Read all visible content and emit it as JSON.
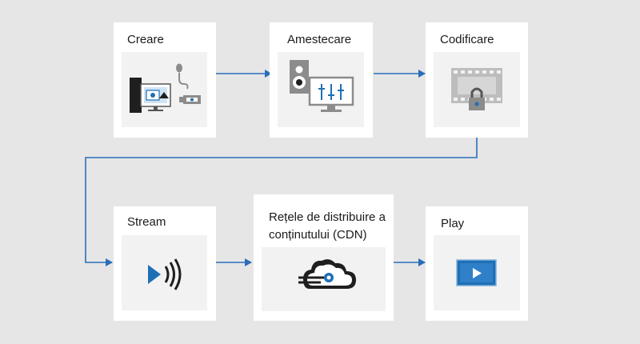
{
  "steps": [
    {
      "id": "create",
      "label": "Creare",
      "icon": "recording-setup-icon"
    },
    {
      "id": "mix",
      "label": "Amestecare",
      "icon": "mixing-console-icon"
    },
    {
      "id": "encode",
      "label": "Codificare",
      "icon": "encrypted-film-icon"
    },
    {
      "id": "stream",
      "label": "Stream",
      "icon": "audio-stream-icon"
    },
    {
      "id": "cdn",
      "label": "Rețele de distribuire a conținutului (CDN)",
      "icon": "cloud-network-icon"
    },
    {
      "id": "play",
      "label": "Play",
      "icon": "play-screen-icon"
    }
  ],
  "colors": {
    "background": "#e6e6e6",
    "card": "#ffffff",
    "illustration_bg": "#f2f2f2",
    "arrow": "#2a6ebb",
    "icon_dark": "#1f1f1f",
    "icon_gray": "#8c8c8c",
    "icon_blue": "#1f6fb5"
  }
}
